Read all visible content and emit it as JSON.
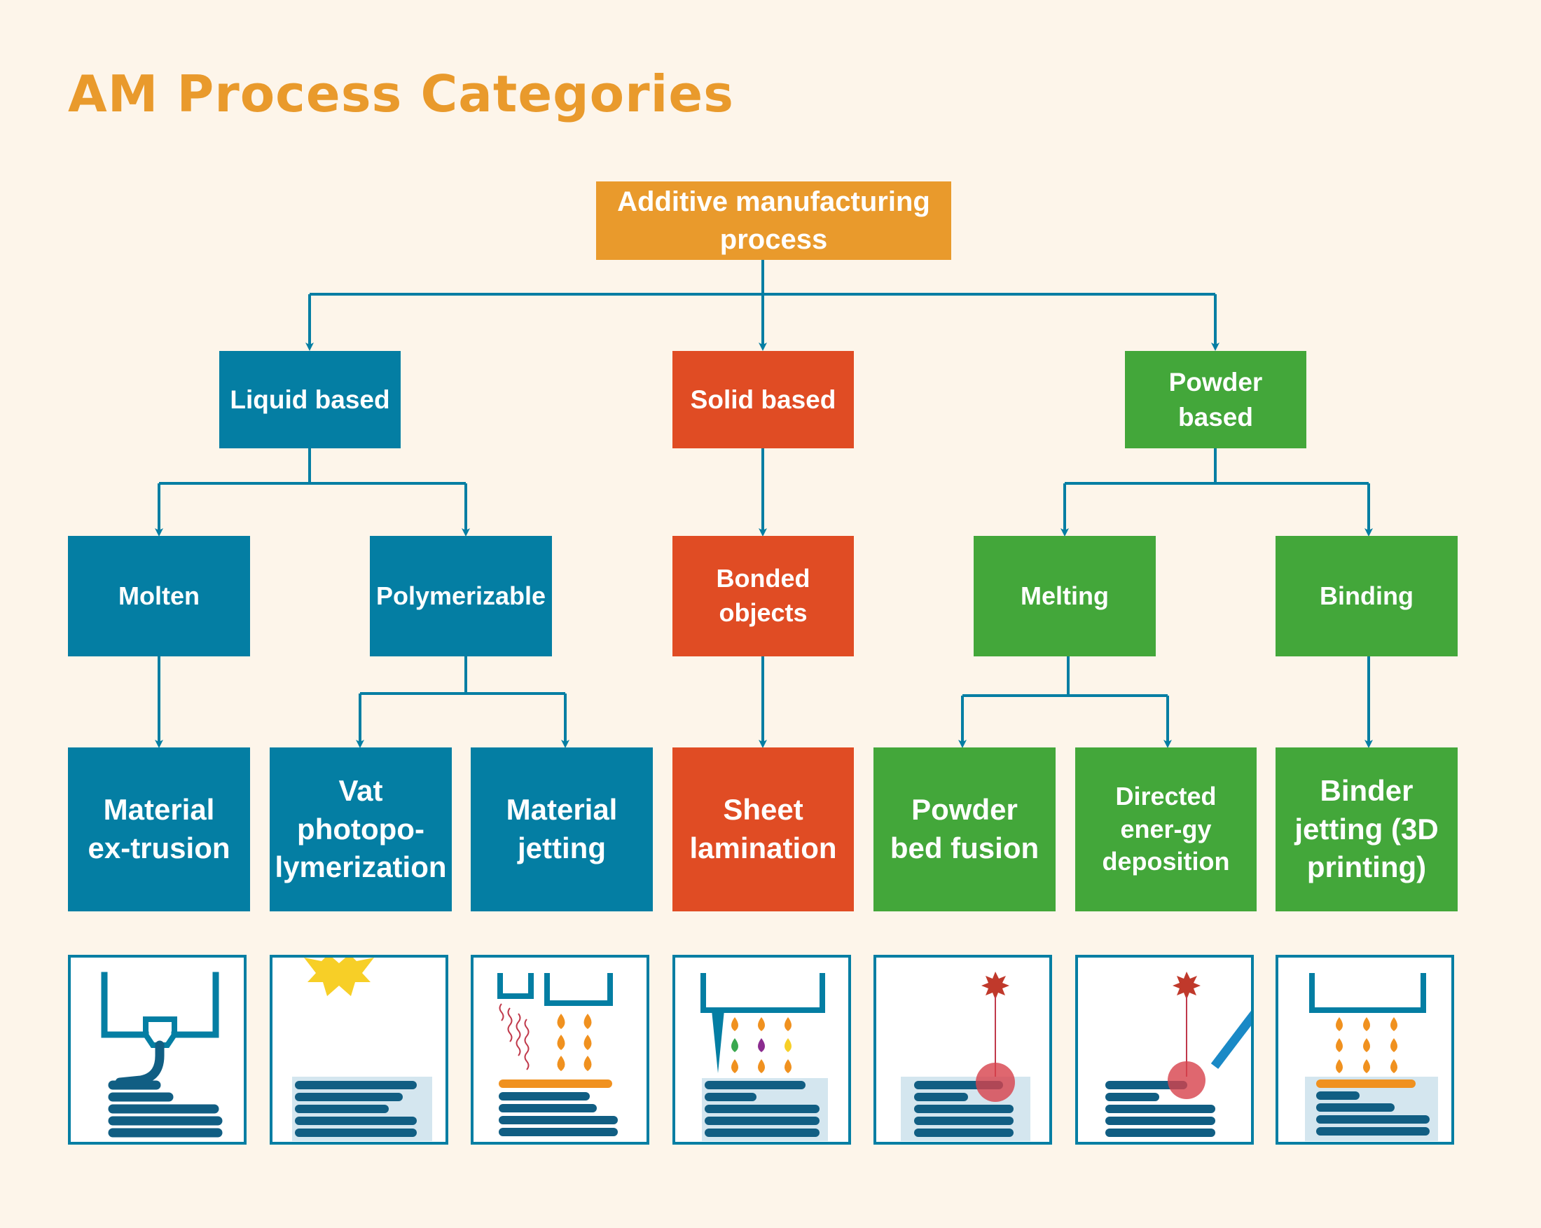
{
  "title": "AM Process Categories",
  "colors": {
    "background": "#fdf5ea",
    "root": "#e99a2c",
    "liquid": "#047ea3",
    "solid": "#e04c24",
    "powder": "#43a73a",
    "connector": "#047ea3"
  },
  "root": {
    "label": "Additive manufacturing process"
  },
  "categories": {
    "liquid": "Liquid based",
    "solid": "Solid based",
    "powder": "Powder based"
  },
  "subcategories": {
    "molten": "Molten",
    "polymerizable": "Polymerizable",
    "bonded": "Bonded objects",
    "melting": "Melting",
    "binding": "Binding"
  },
  "processes": {
    "extrusion": "Material ex-trusion",
    "vat": "Vat photopo-lymerization",
    "jetting": "Material jetting",
    "sheet": "Sheet lamination",
    "pbf": "Powder bed fusion",
    "ded": "Directed ener-gy deposition",
    "binder": "Binder jetting (3D printing)"
  },
  "illustrations": [
    {
      "process": "extrusion",
      "icon": "extrusion-nozzle-icon"
    },
    {
      "process": "vat",
      "icon": "sun-curing-icon"
    },
    {
      "process": "jetting",
      "icon": "droplet-jetting-icon"
    },
    {
      "process": "sheet",
      "icon": "sheet-cutting-icon"
    },
    {
      "process": "pbf",
      "icon": "laser-powder-bed-icon"
    },
    {
      "process": "ded",
      "icon": "laser-nozzle-deposition-icon"
    },
    {
      "process": "binder",
      "icon": "binder-droplets-icon"
    }
  ]
}
